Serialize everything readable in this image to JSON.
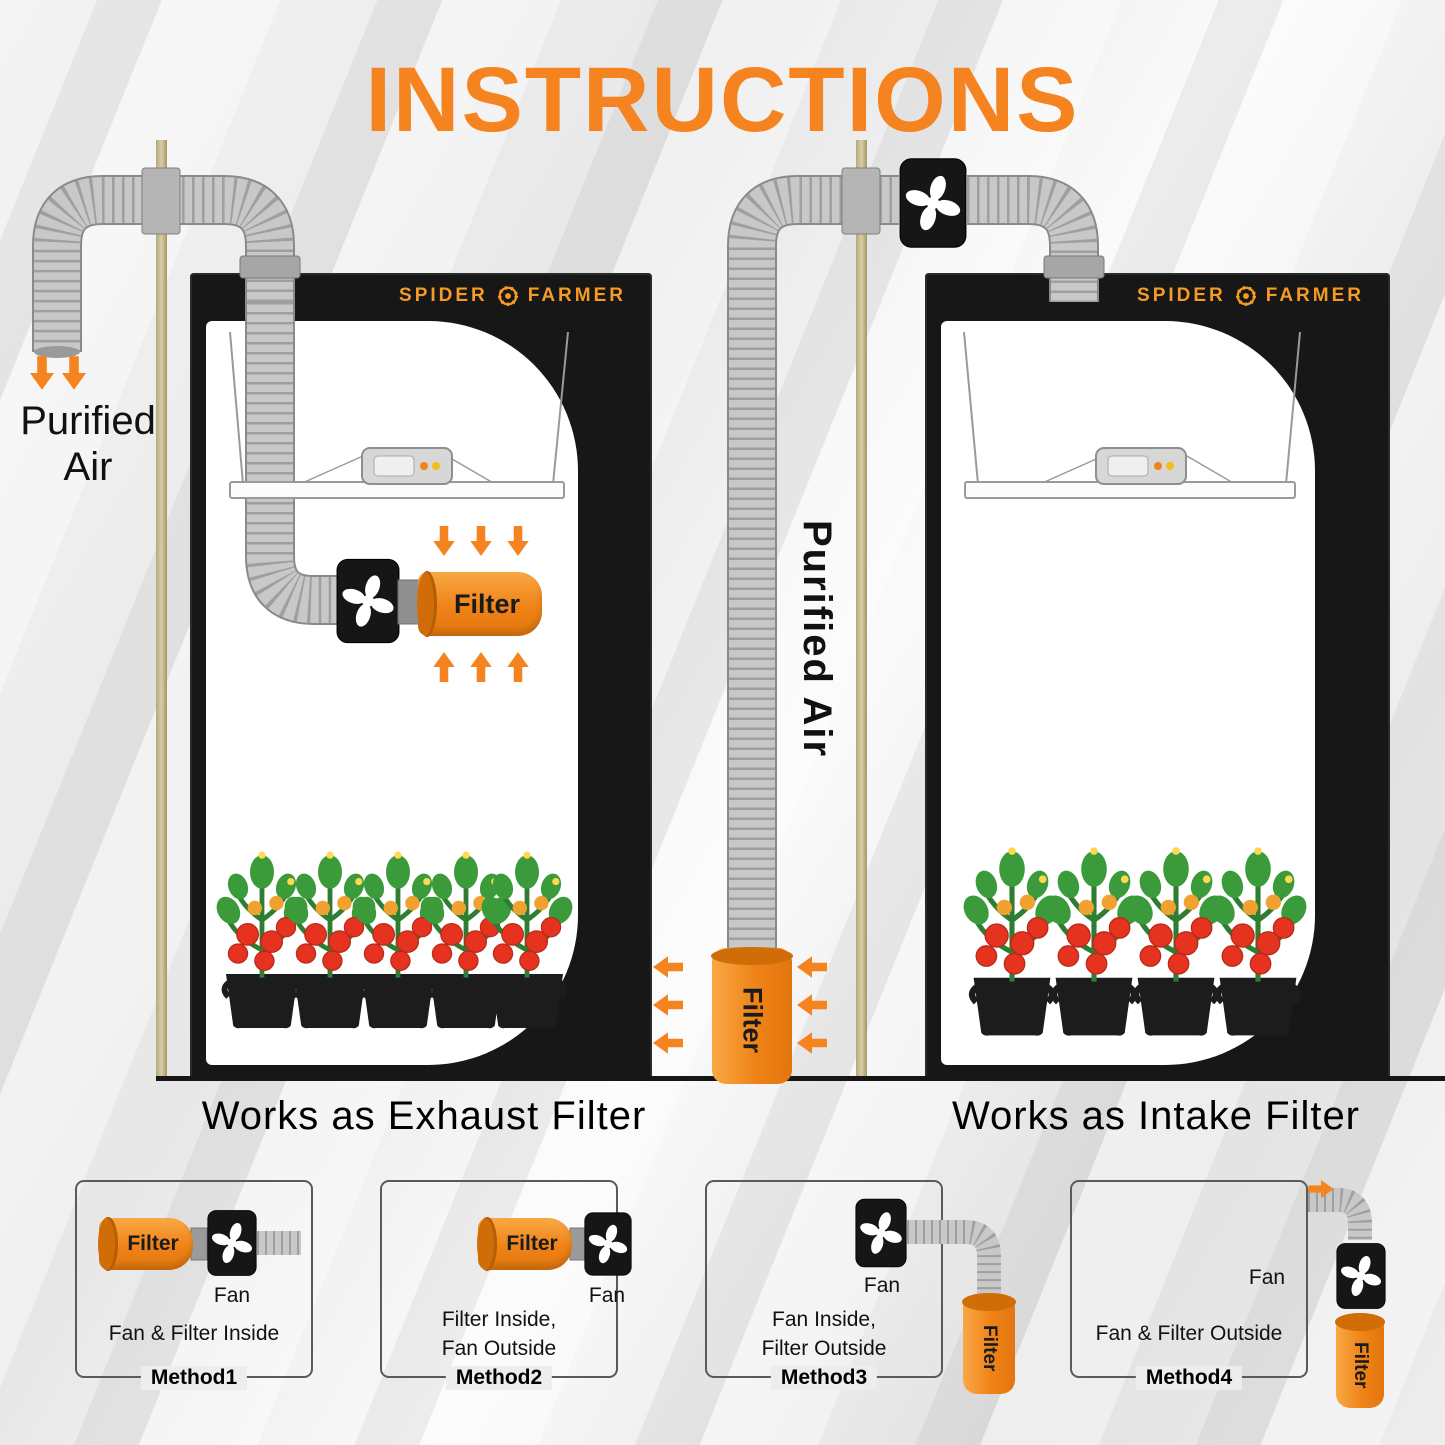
{
  "page": {
    "title": "INSTRUCTIONS"
  },
  "brand": {
    "left": "SPIDER",
    "right": "FARMER"
  },
  "left_diagram": {
    "purified_air_line1": "Purified",
    "purified_air_line2": "Air",
    "filter_label": "Filter",
    "caption": "Works as Exhaust Filter"
  },
  "right_diagram": {
    "purified_air": "Purified Air",
    "filter_label": "Filter",
    "caption": "Works as Intake Filter"
  },
  "methods": [
    {
      "name": "Method1",
      "fan_label": "Fan",
      "filter_label": "Filter",
      "line1": "Fan & Filter Inside",
      "line2": ""
    },
    {
      "name": "Method2",
      "fan_label": "Fan",
      "filter_label": "Filter",
      "line1": "Filter Inside,",
      "line2": "Fan Outside"
    },
    {
      "name": "Method3",
      "fan_label": "Fan",
      "filter_label": "Filter",
      "line1": "Fan Inside,",
      "line2": "Filter Outside"
    },
    {
      "name": "Method4",
      "fan_label": "Fan",
      "filter_label": "Filter",
      "line1": "Fan & Filter Outside",
      "line2": ""
    }
  ]
}
